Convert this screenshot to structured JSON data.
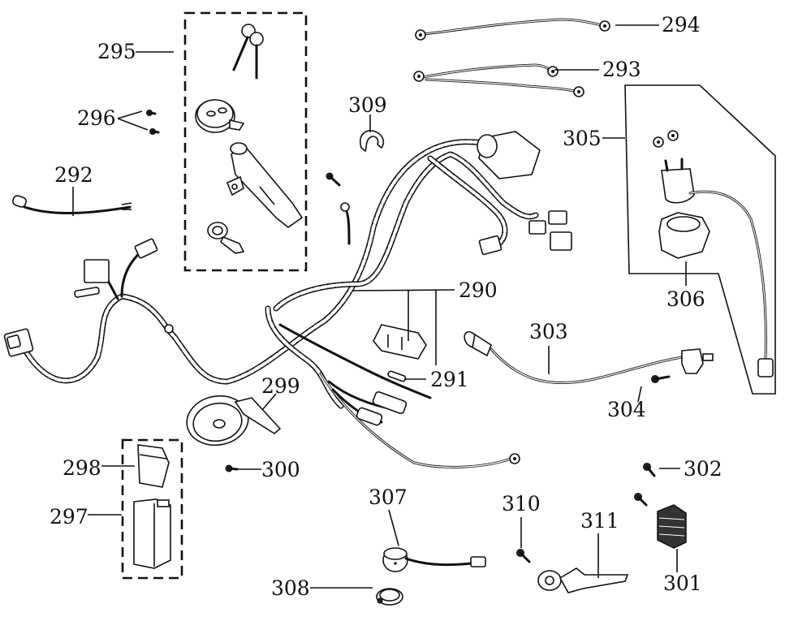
{
  "diagram": {
    "title": "Electrical parts exploded view",
    "callouts": [
      {
        "id": "c290",
        "label": "290"
      },
      {
        "id": "c291",
        "label": "291"
      },
      {
        "id": "c292",
        "label": "292"
      },
      {
        "id": "c293",
        "label": "293"
      },
      {
        "id": "c294",
        "label": "294"
      },
      {
        "id": "c295",
        "label": "295"
      },
      {
        "id": "c296",
        "label": "296"
      },
      {
        "id": "c297",
        "label": "297"
      },
      {
        "id": "c298",
        "label": "298"
      },
      {
        "id": "c299",
        "label": "299"
      },
      {
        "id": "c300",
        "label": "300"
      },
      {
        "id": "c301",
        "label": "301"
      },
      {
        "id": "c302",
        "label": "302"
      },
      {
        "id": "c303",
        "label": "303"
      },
      {
        "id": "c304",
        "label": "304"
      },
      {
        "id": "c305",
        "label": "305"
      },
      {
        "id": "c306",
        "label": "306"
      },
      {
        "id": "c307",
        "label": "307"
      },
      {
        "id": "c308",
        "label": "308"
      },
      {
        "id": "c309",
        "label": "309"
      },
      {
        "id": "c310",
        "label": "310"
      },
      {
        "id": "c311",
        "label": "311"
      }
    ]
  }
}
